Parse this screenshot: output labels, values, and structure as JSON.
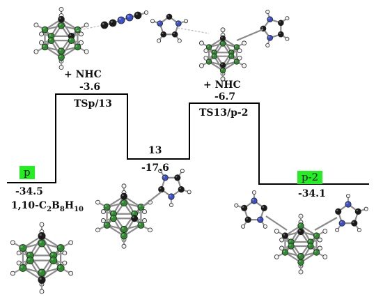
{
  "diagram": {
    "stationary_points": [
      {
        "id": "p",
        "tag": "p",
        "energy": "-34.5",
        "formula": "1,10-C",
        "formula_sub1": "2",
        "formula_mid": "B",
        "formula_sub2": "8",
        "formula_mid2": "H",
        "formula_sub3": "10"
      },
      {
        "id": "tsp13",
        "reagent": "+ NHC",
        "energy": "-3.6",
        "name": "TSp/13"
      },
      {
        "id": "i13",
        "name": "13",
        "energy": "-17.6"
      },
      {
        "id": "ts13p2",
        "reagent": "+ NHC",
        "energy": "-6.7",
        "name": "TS13/p-2"
      },
      {
        "id": "p2",
        "tag": "p-2",
        "energy": "-34.1"
      }
    ],
    "colors": {
      "line": "#000000",
      "tag_bg": "#22ee22",
      "boron": "#2e8b2e",
      "carbon": "#1a1a1a",
      "nitrogen": "#3a4fc8",
      "hydrogen": "#f2f2f2"
    }
  }
}
